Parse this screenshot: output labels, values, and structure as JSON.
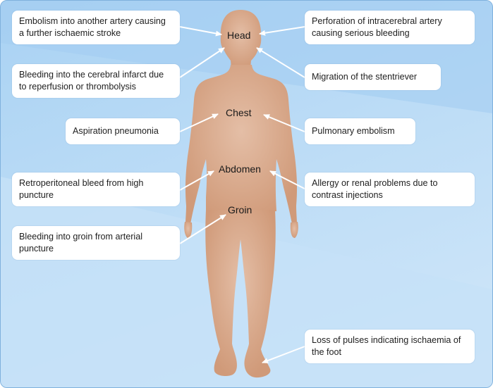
{
  "regions": {
    "head": "Head",
    "chest": "Chest",
    "abdomen": "Abdomen",
    "groin": "Groin"
  },
  "callouts": {
    "embolism": "Embolism into another artery causing a further ischaemic stroke",
    "perforation": "Perforation of intracerebral artery causing serious bleeding",
    "bleeding_infarct": "Bleeding into the cerebral infarct due to reperfusion or thrombolysis",
    "migration": "Migration of the stentriever",
    "aspiration": "Aspiration pneumonia",
    "pulmonary": "Pulmonary embolism",
    "retroperitoneal": "Retroperitoneal bleed from high puncture",
    "allergy": "Allergy or renal problems due to contrast injections",
    "groin_bleed": "Bleeding into groin from arterial puncture",
    "loss_pulses": "Loss of pulses indicating ischaemia of the foot"
  },
  "colors": {
    "body_fill": "#d7a889",
    "arrow": "#ffffff",
    "background": "#b9daf5"
  }
}
